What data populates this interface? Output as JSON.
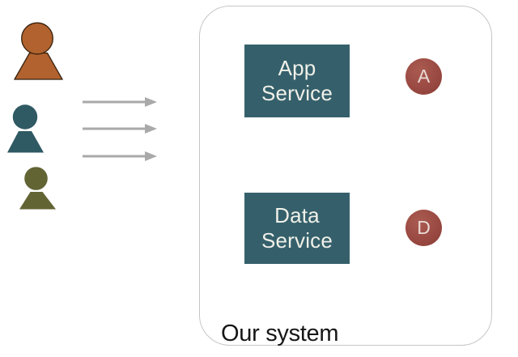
{
  "actors": [
    {
      "id": "orange-user",
      "color": "#b2622e",
      "outline": "#35200d"
    },
    {
      "id": "teal-user",
      "color": "#2f5963",
      "outline": "none"
    },
    {
      "id": "olive-user",
      "color": "#626434",
      "outline": "none"
    }
  ],
  "arrows": {
    "count": 3,
    "color": "#a9a9a9"
  },
  "system": {
    "label": "Our system",
    "border_color": "#c6c6c6",
    "box_color": "#35606b",
    "box_text_color": "#f0f0e9",
    "badge_background": "radial-gradient(circle at 38% 32%, #aa5b51, #9a4a42 55%, #883c35 100%)",
    "badge_text_color": "#eadad6",
    "services": [
      {
        "lines": [
          "App",
          "Service"
        ],
        "badge": "A"
      },
      {
        "lines": [
          "Data",
          "Service"
        ],
        "badge": "D"
      }
    ]
  }
}
